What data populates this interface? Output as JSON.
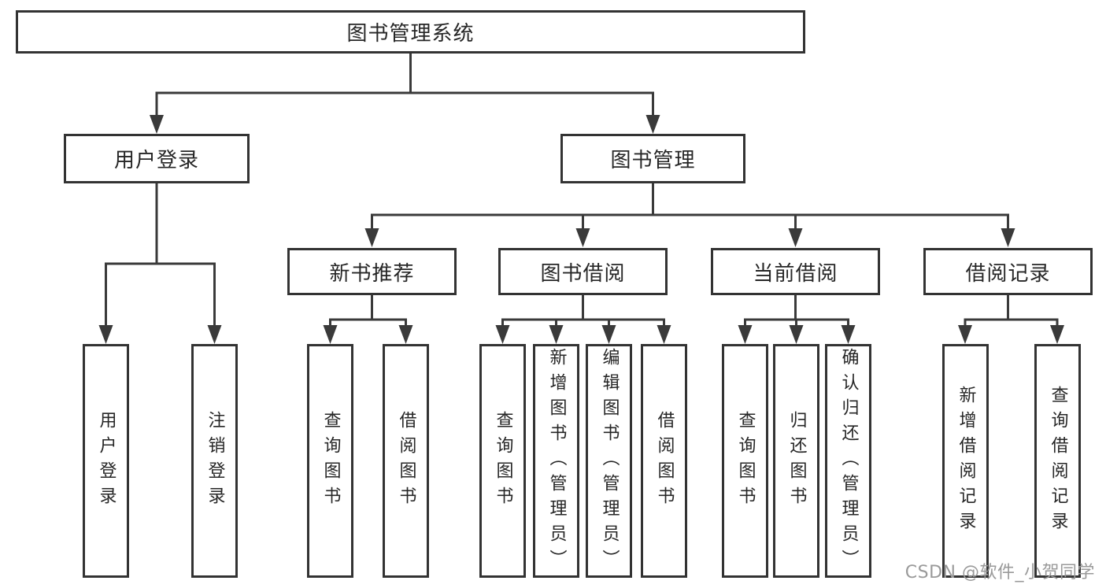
{
  "diagram": {
    "type": "hierarchy-tree",
    "nodes": {
      "root": "图书管理系统",
      "level1": {
        "user_login": "用户登录",
        "book_management": "图书管理"
      },
      "level2": {
        "new_book_recommend": "新书推荐",
        "book_borrow": "图书借阅",
        "current_borrow": "当前借阅",
        "borrow_record": "借阅记录"
      },
      "leaves": {
        "user_login": [
          "用户登录",
          "注销登录"
        ],
        "new_book_recommend": [
          "查询图书",
          "借阅图书"
        ],
        "book_borrow": [
          "查询图书",
          "新增图书（管理员）",
          "编辑图书（管理员）",
          "借阅图书"
        ],
        "current_borrow": [
          "查询图书",
          "归还图书",
          "确认归还（管理员）"
        ],
        "borrow_record": [
          "新增借阅记录",
          "查询借阅记录"
        ]
      }
    }
  },
  "watermark": "CSDN @软件_小贺同学",
  "colors": {
    "background": "#ffffff",
    "line": "#3a3a3a",
    "box_border": "#333333",
    "text": "#262626",
    "watermark_text": "#9a9a9a"
  }
}
